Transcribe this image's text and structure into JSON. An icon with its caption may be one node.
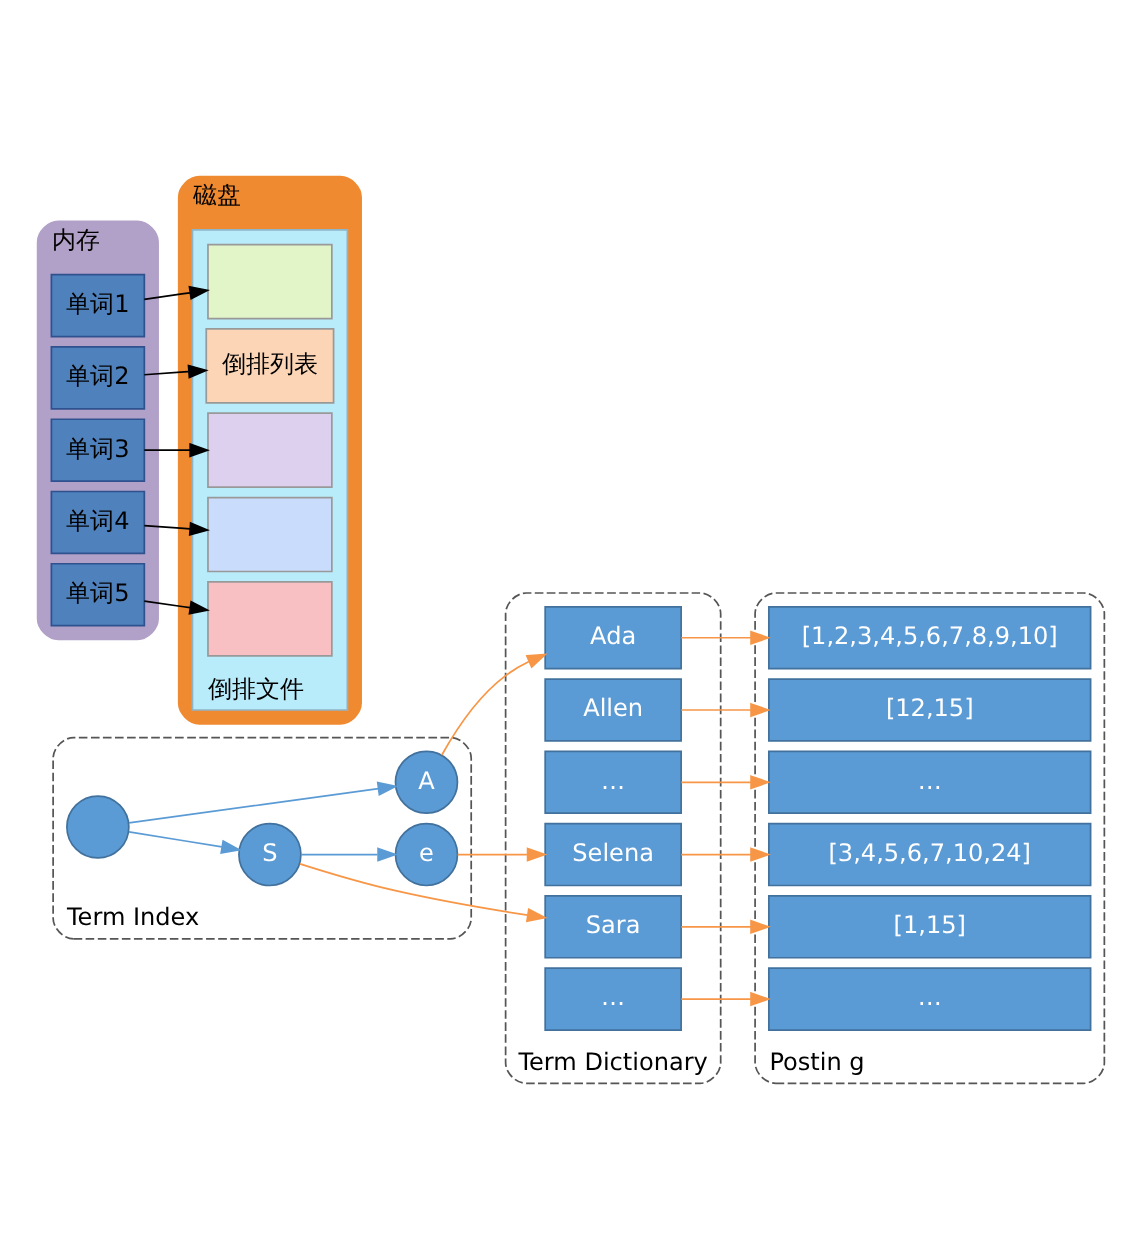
{
  "diagram": {
    "nodes": [
      {
        "text": [
          "Term Index"
        ]
      },
      {
        "text": [],
        "shape": "circle",
        "in": 0
      },
      {
        "text": [
          "A"
        ],
        "in": 0
      },
      {
        "text": [
          "S"
        ],
        "in": 0
      },
      {
        "text": [
          "e"
        ],
        "in": 0
      },
      {
        "text": [
          "Term Dictionary"
        ]
      },
      {
        "text": [
          "Ada"
        ],
        "in": 5
      },
      {
        "text": [
          "Allen"
        ],
        "in": 5
      },
      {
        "text": [
          "…"
        ],
        "in": 5
      },
      {
        "text": [
          "Sara"
        ],
        "in": 5
      },
      {
        "text": [
          "Selena"
        ],
        "in": 5
      },
      {
        "text": [
          "…"
        ],
        "in": 5
      },
      {
        "text": [
          "Postin g"
        ]
      },
      {
        "text": [
          "[1,2,3,4,5,6,7,8,9,10]"
        ],
        "in": 12
      },
      {
        "text": [
          "[12,15]"
        ],
        "in": 12
      },
      {
        "text": [
          "…"
        ],
        "in": 12
      },
      {
        "text": [
          "[1,15]"
        ],
        "in": 12
      },
      {
        "text": [
          "[3,4,5,6,7,10,24]"
        ],
        "in": 12
      },
      {
        "text": [
          "…"
        ],
        "in": 12
      },
      {
        "text": [
          "内存"
        ]
      },
      {
        "text": [
          "单词1"
        ],
        "in": 19
      },
      {
        "text": [
          "单词2"
        ],
        "in": 19
      },
      {
        "text": [
          "单词3"
        ],
        "in": 19
      },
      {
        "text": [
          "单词4"
        ],
        "in": 19
      },
      {
        "text": [
          "单词5"
        ],
        "in": 19
      },
      {
        "text": [
          "磁盘"
        ]
      },
      {
        "text": [
          "倒排文件"
        ],
        "in": 25
      },
      {
        "text": [],
        "shape": "box",
        "in": 26
      },
      {
        "text": [
          "倒排列表"
        ],
        "in": 26
      },
      {
        "text": [],
        "shape": "box",
        "in": 26
      },
      {
        "text": [],
        "shape": "box",
        "in": 26
      },
      {
        "text": [],
        "shape": "box",
        "in": 26
      }
    ],
    "edges": [
      {
        "from": 1,
        "to": 2,
        "arrow": "to",
        "color": "#5b9bd5"
      },
      {
        "from": 1,
        "to": 3,
        "arrow": "to",
        "color": "#5b9bd5"
      },
      {
        "from": 3,
        "to": 4,
        "arrow": "to",
        "color": "#5b9bd5"
      },
      {
        "from": 2,
        "to": 6,
        "arrow": "to"
      },
      {
        "from": 3,
        "to": 9,
        "arrow": "to"
      },
      {
        "from": 4,
        "to": 10,
        "arrow": "to"
      },
      {
        "from": 6,
        "to": 13,
        "arrow": "to"
      },
      {
        "from": 7,
        "to": 14,
        "arrow": "to"
      },
      {
        "from": 8,
        "to": 15,
        "arrow": "to"
      },
      {
        "from": 9,
        "to": 16,
        "arrow": "to"
      },
      {
        "from": 10,
        "to": 17,
        "arrow": "to"
      },
      {
        "from": 11,
        "to": 18,
        "arrow": "to"
      },
      {
        "from": 20,
        "to": 27,
        "arrow": "to",
        "color": "#000000"
      },
      {
        "from": 21,
        "to": 28,
        "arrow": "to",
        "color": "#000000"
      },
      {
        "from": 22,
        "to": 29,
        "arrow": "to",
        "color": "#000000"
      },
      {
        "from": 23,
        "to": 30,
        "arrow": "to",
        "color": "#000000"
      },
      {
        "from": 24,
        "to": 31,
        "arrow": "to",
        "color": "#000000"
      }
    ]
  }
}
